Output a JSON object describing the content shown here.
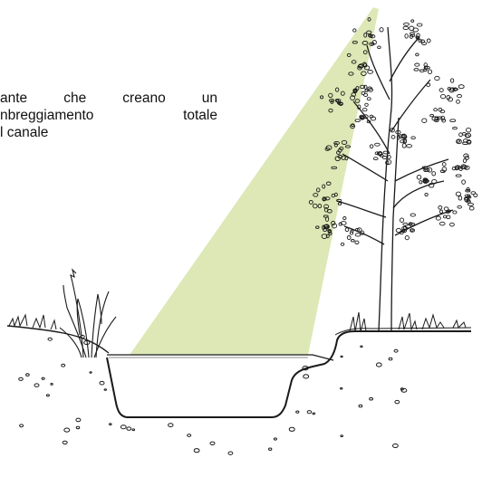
{
  "caption": {
    "lines": [
      "ante  che  creano  un",
      "nbreggiamento     totale",
      "l canale"
    ]
  },
  "colors": {
    "shade": "#dde8b6",
    "ink": "#1a1a1a"
  },
  "icons": [
    "tree-icon",
    "reed-icon",
    "grass-tuft-icon",
    "sun-shade-icon"
  ]
}
